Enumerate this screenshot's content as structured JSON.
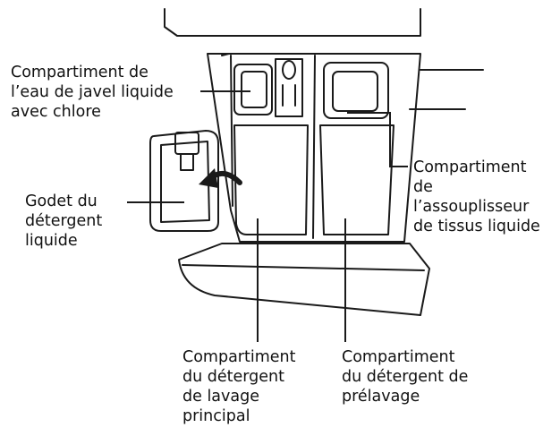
{
  "labels": {
    "bleach": [
      "Compartiment de",
      "l’eau de javel liquide",
      "avec chlore"
    ],
    "cup": [
      "Godet du",
      "détergent",
      "liquide"
    ],
    "softener": [
      "Compartiment",
      "de",
      "l’assouplisseur",
      "de tissus liquide"
    ],
    "main_wash": [
      "Compartiment",
      "du détergent",
      "de lavage",
      "principal"
    ],
    "prewash": [
      "Compartiment",
      "du détergent de",
      "prélavage"
    ]
  },
  "colors": {
    "line": "#1a1a1a",
    "background": "#ffffff"
  },
  "icons": {
    "arrow": "curved-arrow-icon"
  }
}
